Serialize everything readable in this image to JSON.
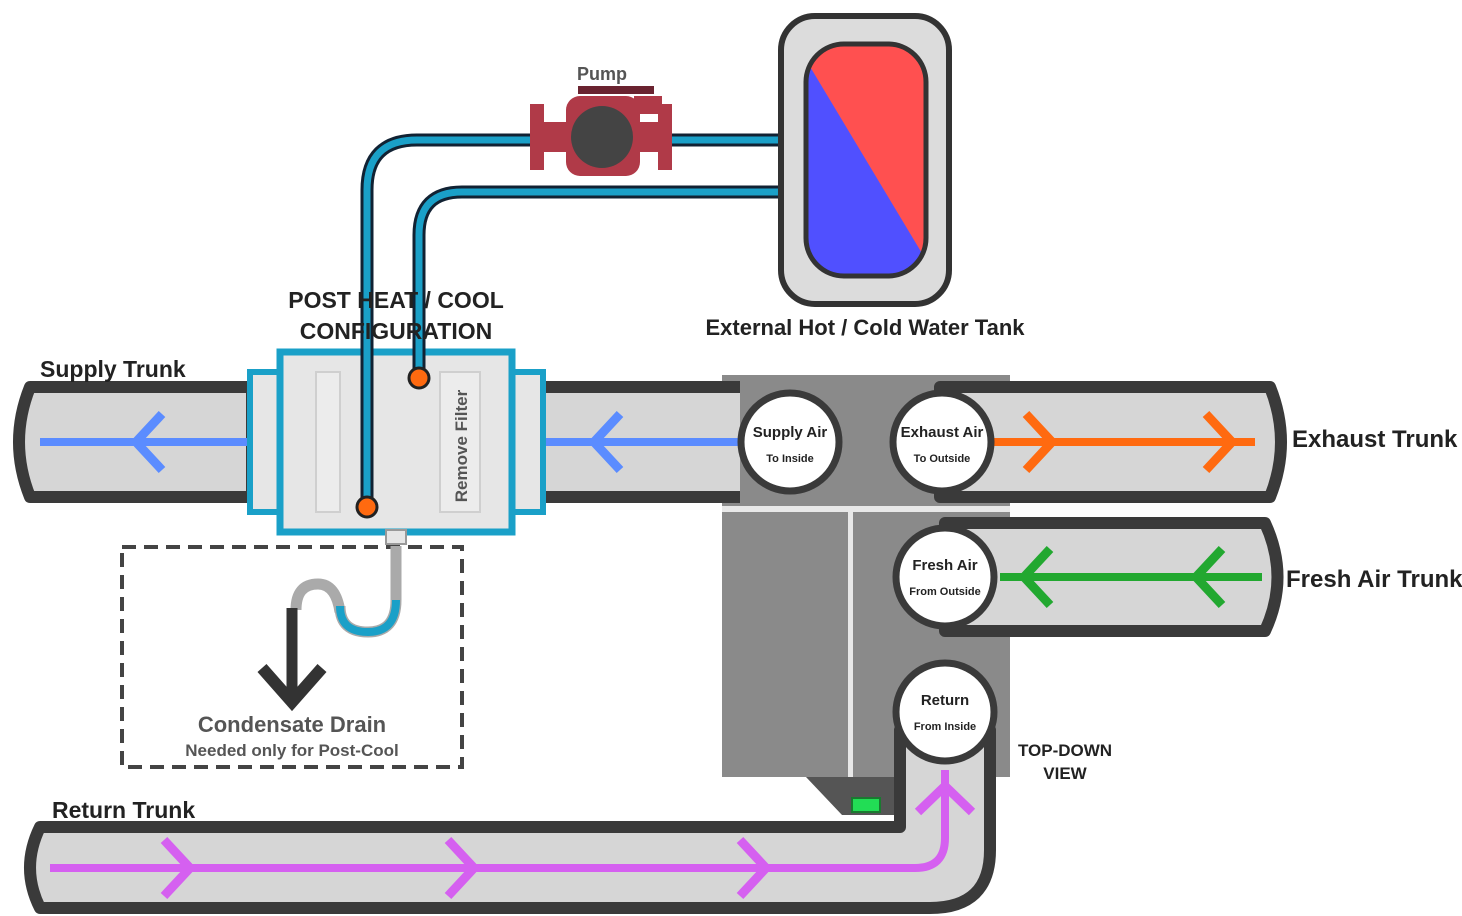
{
  "labels": {
    "pump": "Pump",
    "post_heat_line1": "POST HEAT / COOL",
    "post_heat_line2": "CONFIGURATION",
    "tank": "External Hot / Cold Water Tank",
    "supply_trunk": "Supply Trunk",
    "exhaust_trunk": "Exhaust Trunk",
    "fresh_air_trunk": "Fresh Air Trunk",
    "return_trunk": "Return Trunk",
    "remove_filter": "Remove Filter",
    "condensate_title": "Condensate Drain",
    "condensate_note": "Needed only for Post-Cool",
    "top_down_line1": "TOP-DOWN",
    "top_down_line2": "VIEW"
  },
  "ports": {
    "supply": {
      "title": "Supply Air",
      "sub": "To Inside"
    },
    "exhaust": {
      "title": "Exhaust Air",
      "sub": "To Outside"
    },
    "fresh": {
      "title": "Fresh Air",
      "sub": "From Outside"
    },
    "return": {
      "title": "Return",
      "sub": "From Inside"
    }
  },
  "colors": {
    "duct_outline": "#3a3a3a",
    "duct_fill": "#d6d6d6",
    "water_pipe": "#1aa0c8",
    "supply_arrow": "#5b8cff",
    "exhaust_arrow": "#ff6a10",
    "fresh_arrow": "#22a830",
    "return_arrow": "#d560f0",
    "tank_hot": "#ff5050",
    "tank_cold": "#5050ff",
    "pump": "#b03a48",
    "unit_grey": "#8a8a8a",
    "indicator": "#22dd55"
  }
}
